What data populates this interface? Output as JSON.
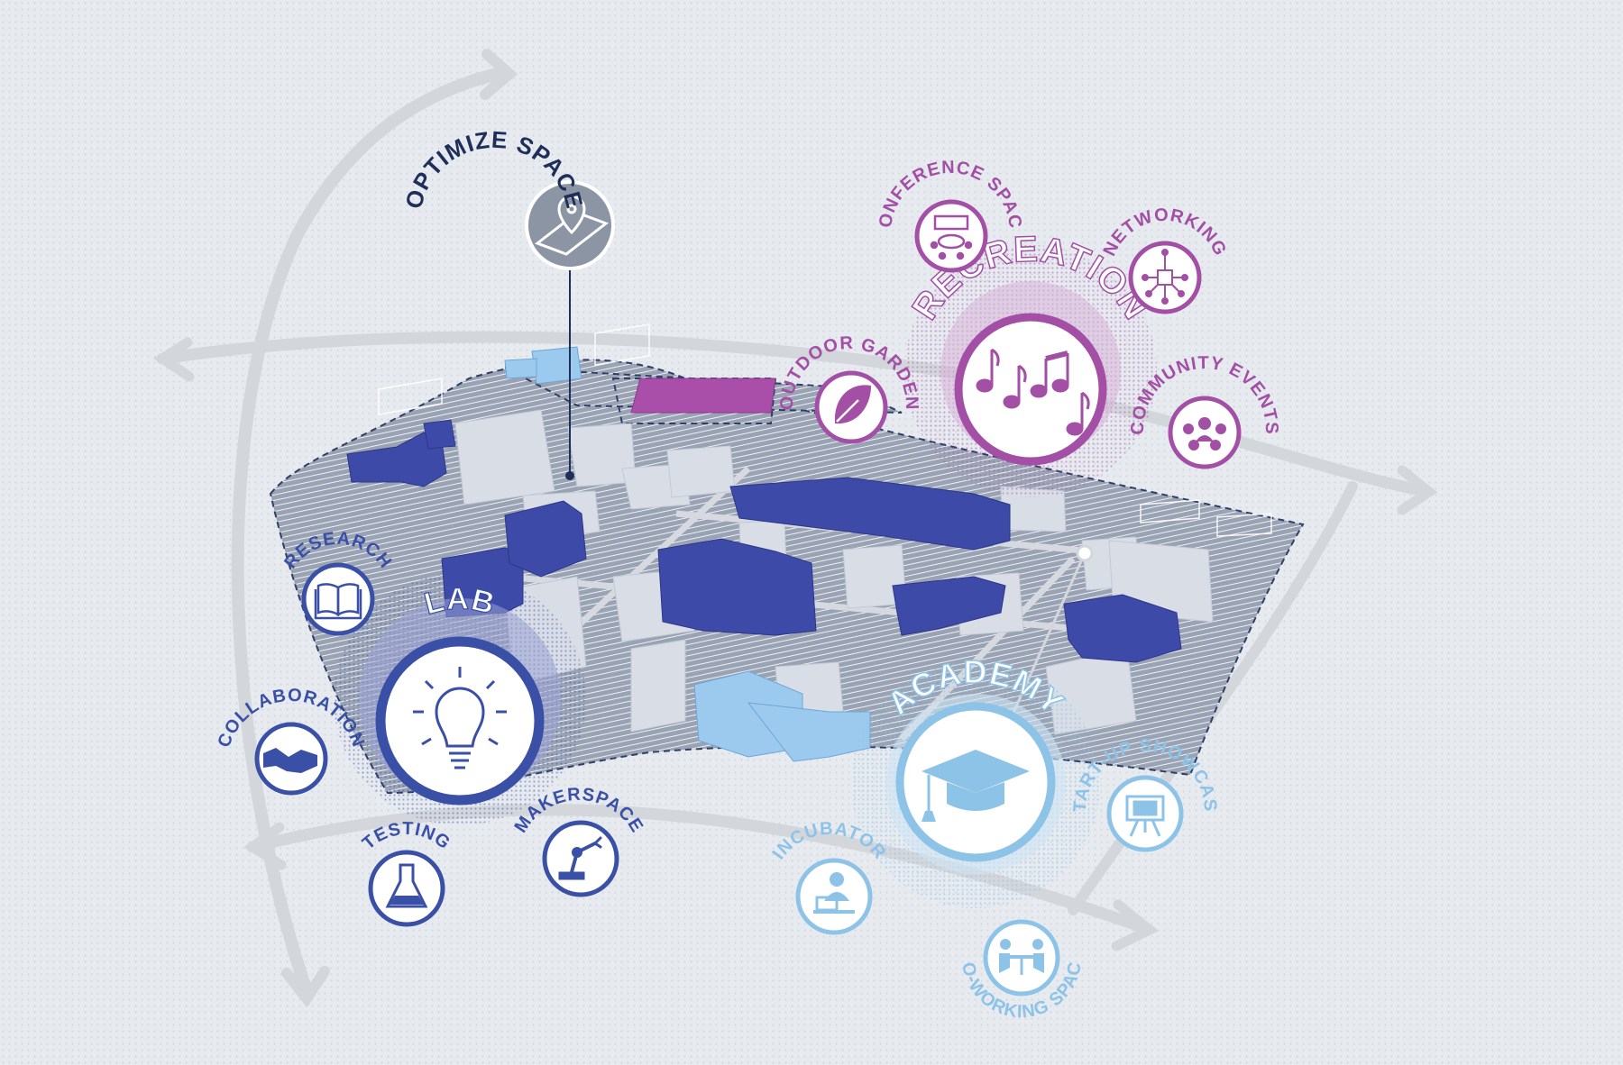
{
  "labels": {
    "optimize_space": "OPTIMIZE SPACE",
    "recreation": "RECREATION",
    "conference_space": "CONFERENCE SPACE",
    "networking": "NETWORKING",
    "outdoor_garden": "OUTDOOR GARDEN",
    "community_events": "COMMUNITY EVENTS",
    "lab": "LAB",
    "research": "RESEARCH",
    "collaboration": "COLLABORATION",
    "testing": "TESTING",
    "makerspace": "MAKERSPACE",
    "academy": "ACADEMY",
    "incubator": "INCUBATOR",
    "startup_showcase": "START-UP SHOWCASE",
    "coworking_space": "CO-WORKING SPACE"
  },
  "colors": {
    "lab": "#3a4fa6",
    "recreation": "#a34fa6",
    "academy": "#8ec3e8",
    "optimize": "#1f2f5a",
    "neutral_building": "#d5dbe5",
    "arrow": "#d3d6db"
  },
  "icons": {
    "optimize_space": "map-pin-icon",
    "recreation": "music-notes-icon",
    "conference_space": "conference-table-icon",
    "networking": "network-icon",
    "outdoor_garden": "leaf-icon",
    "community_events": "people-group-icon",
    "lab": "lightbulb-icon",
    "research": "book-icon",
    "collaboration": "handshake-icon",
    "testing": "flask-icon",
    "makerspace": "robot-arm-icon",
    "academy": "graduation-cap-icon",
    "incubator": "person-laptop-icon",
    "startup_showcase": "easel-icon",
    "coworking_space": "coworking-icon"
  }
}
